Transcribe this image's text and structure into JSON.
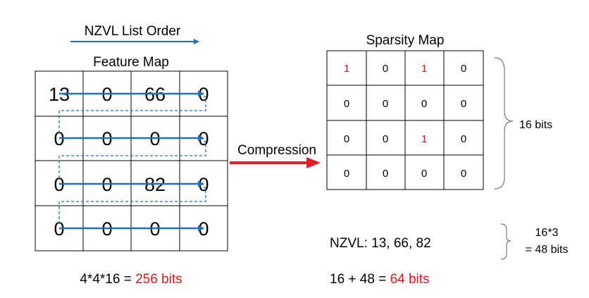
{
  "header": {
    "nzvl_order_label": "NZVL List Order"
  },
  "feature_map": {
    "title": "Feature Map",
    "cells": [
      [
        "13",
        "0",
        "66",
        "0"
      ],
      [
        "0",
        "0",
        "0",
        "0"
      ],
      [
        "0",
        "0",
        "82",
        "0"
      ],
      [
        "0",
        "0",
        "0",
        "0"
      ]
    ],
    "size_formula": "4*4*16 = ",
    "size_result": "256 bits"
  },
  "compression": {
    "label": "Compression"
  },
  "sparsity_map": {
    "title": "Sparsity Map",
    "cells": [
      [
        "1",
        "0",
        "1",
        "0"
      ],
      [
        "0",
        "0",
        "0",
        "0"
      ],
      [
        "0",
        "0",
        "1",
        "0"
      ],
      [
        "0",
        "0",
        "0",
        "0"
      ]
    ],
    "bits_label": "16 bits"
  },
  "nzvl": {
    "list": "NZVL: 13, 66, 82",
    "bits_line1": "16*3",
    "bits_line2": "= 48 bits"
  },
  "total": {
    "formula": "16 + 48 = ",
    "result": "64 bits"
  },
  "colors": {
    "arrow_blue": "#1f6fbd",
    "highlight_red": "#e8141b",
    "compression_arrow": "#ea1c24",
    "text": "#000000"
  }
}
